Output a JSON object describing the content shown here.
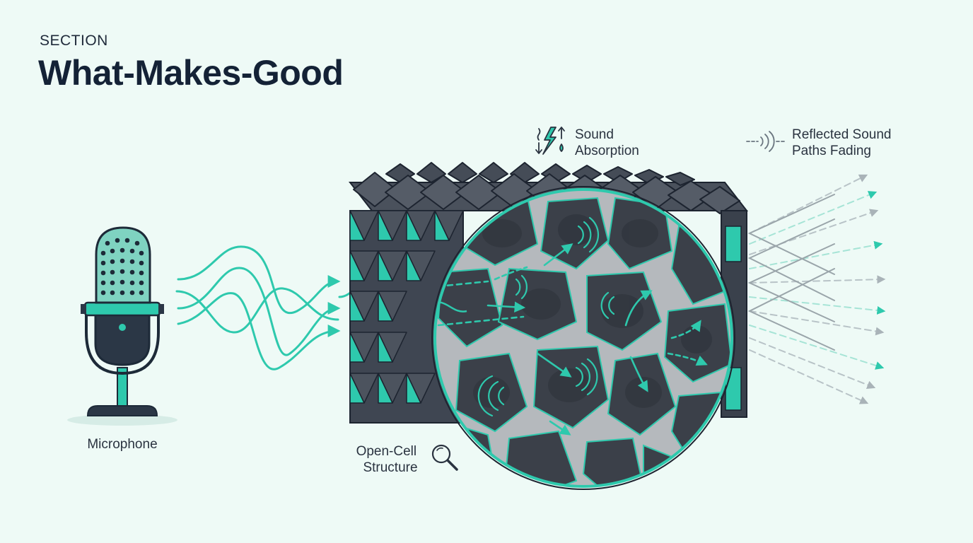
{
  "header": {
    "section_label": "SECTION",
    "title": "What-Makes-Good"
  },
  "labels": {
    "microphone": "Microphone",
    "sound_absorption": [
      "Sound",
      "Absorption"
    ],
    "reflected_sound": [
      "Reflected Sound",
      "Paths Fading"
    ],
    "open_cell": [
      "Open-Cell",
      "Structure"
    ]
  },
  "icons": {
    "absorption": "energy-absorption-icon",
    "reflected": "sound-wave-icon",
    "open_cell": "magnifier-icon",
    "microphone": "microphone-icon"
  },
  "colors": {
    "accent": "#2ec9ad",
    "dark": "#2b3746",
    "foam": "#3f4652",
    "background": "#eefaf6"
  }
}
